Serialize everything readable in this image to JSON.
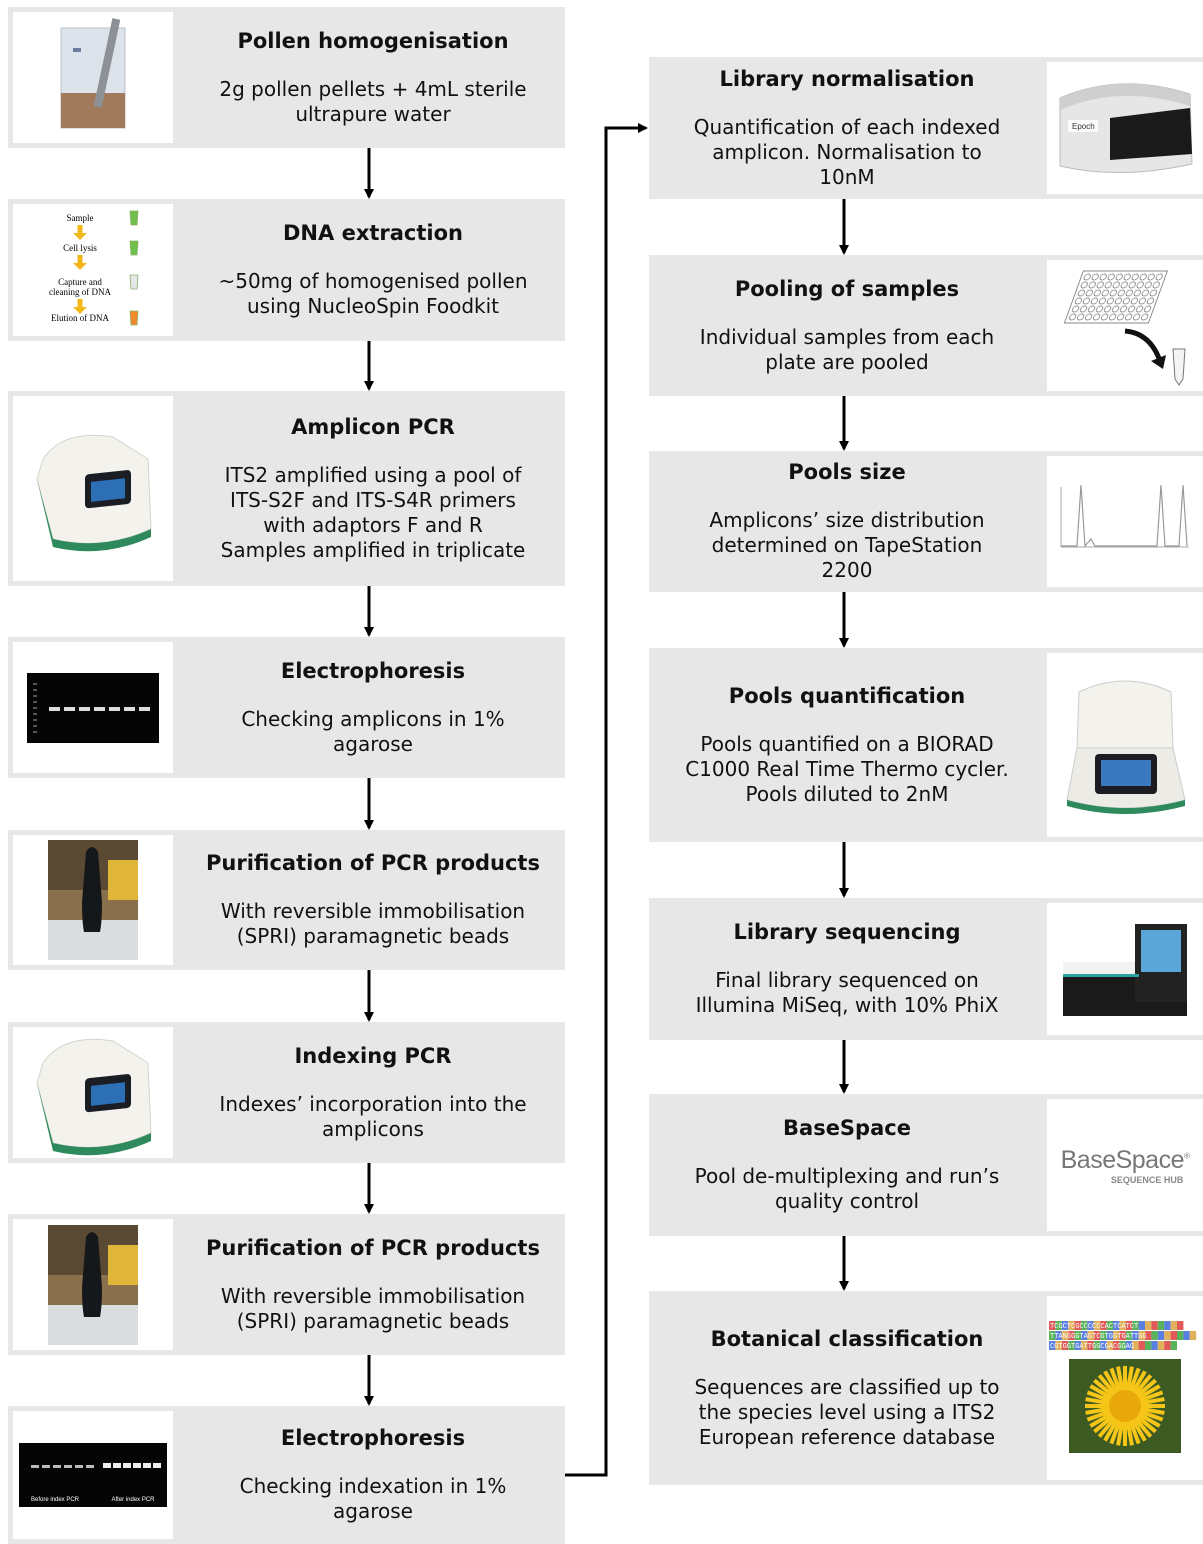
{
  "left_steps": [
    {
      "title": "Pollen homogenisation",
      "desc": "2g pollen pellets + 4mL sterile\nultrapure water",
      "icon": "beaker-photo"
    },
    {
      "title": "DNA extraction",
      "desc": "~50mg of homogenised pollen\nusing NucleoSpin Foodkit",
      "icon": "extraction-scheme"
    },
    {
      "title": "Amplicon PCR",
      "desc": "ITS2 amplified using a pool of\nITS-S2F and ITS-S4R primers\nwith adaptors F and R\nSamples amplified in triplicate",
      "icon": "thermocycler-photo"
    },
    {
      "title": "Electrophoresis",
      "desc": "Checking amplicons in 1%\nagarose",
      "icon": "gel-photo"
    },
    {
      "title": "Purification of PCR products",
      "desc": "With reversible immobilisation\n(SPRI) paramagnetic beads",
      "icon": "magnet-rack-photo"
    },
    {
      "title": "Indexing PCR",
      "desc": "Indexes’ incorporation into the\namplicons",
      "icon": "thermocycler-photo"
    },
    {
      "title": "Purification of PCR products",
      "desc": "With reversible immobilisation\n(SPRI) paramagnetic beads",
      "icon": "magnet-rack-photo"
    },
    {
      "title": "Electrophoresis",
      "desc": "Checking indexation in 1%\nagarose",
      "icon": "gel-photo"
    }
  ],
  "right_steps": [
    {
      "title": "Library normalisation",
      "desc": "Quantification of each indexed\namplicon. Normalisation to\n10nM",
      "icon": "plate-reader-photo"
    },
    {
      "title": "Pooling of samples",
      "desc": "Individual samples from each\nplate are pooled",
      "icon": "plate-to-tube-icon"
    },
    {
      "title": "Pools size",
      "desc": "Amplicons’ size distribution\ndetermined on TapeStation\n2200",
      "icon": "electropherogram-icon"
    },
    {
      "title": "Pools quantification",
      "desc": "Pools quantified on a BIORAD\nC1000 Real Time Thermo cycler.\nPools diluted to 2nM",
      "icon": "qpcr-photo"
    },
    {
      "title": "Library sequencing",
      "desc": "Final library sequenced on\nIllumina MiSeq, with 10% PhiX",
      "icon": "sequencer-photo"
    },
    {
      "title": "BaseSpace",
      "desc": "Pool de-multiplexing and run’s\nquality control",
      "icon": "basespace-logo"
    },
    {
      "title": "Botanical classification",
      "desc": "Sequences are classified up to\nthe species level using a ITS2\nEuropean reference database",
      "icon": "sequence-flower-photo"
    }
  ],
  "extraction_scheme": {
    "labels": [
      "Sample",
      "Cell lysis",
      "Capture and\ncleaning of DNA",
      "Elution of DNA"
    ]
  },
  "gel_labels": {
    "before": "Before index PCR",
    "after": "After index PCR"
  },
  "plate_reader_label": "Epoch",
  "basespace_logo": {
    "name": "BaseSpace",
    "sub": "SEQUENCE HUB"
  },
  "sequence_strip": {
    "rows": [
      "TCGCTCGCCCCCCACTCATCT",
      "TTANGGGTAGTCGTGGTGATTGG",
      "CGTGGTGATTGGCGACGGAG"
    ]
  },
  "colors": {
    "box": "#e7e7e7",
    "arrow": "#000000",
    "accent_green": "#1f8a5b"
  }
}
